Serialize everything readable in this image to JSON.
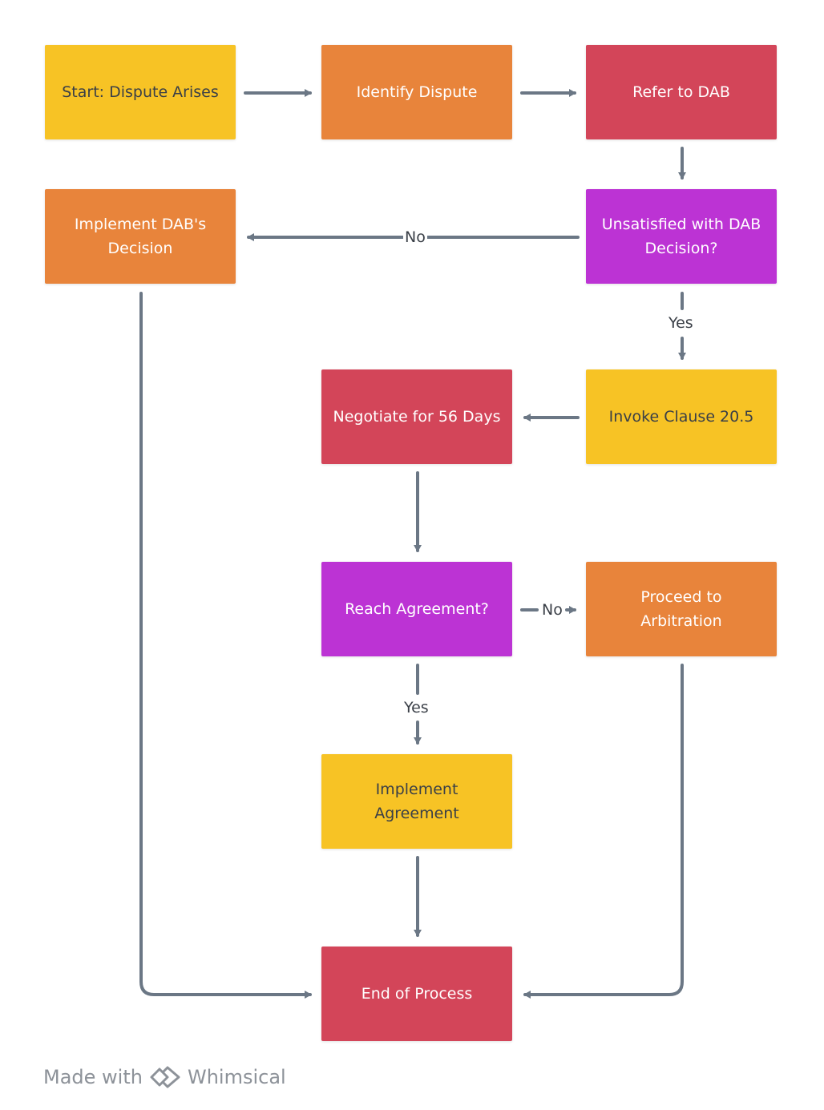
{
  "colors": {
    "yellow": "#f7c325",
    "orange": "#e8843b",
    "red": "#d34559",
    "purple": "#bc33d4",
    "connector": "#6b7785",
    "footer_text": "#8d9299"
  },
  "nodes": {
    "start": {
      "label": "Start: Dispute Arises",
      "color": "yellow"
    },
    "identify": {
      "label": "Identify Dispute",
      "color": "orange"
    },
    "refer": {
      "label": "Refer to DAB",
      "color": "red"
    },
    "implement_dab": {
      "label": "Implement DAB's\nDecision",
      "color": "orange"
    },
    "unsatisfied": {
      "label": "Unsatisfied with DAB\nDecision?",
      "color": "purple"
    },
    "negotiate": {
      "label": "Negotiate for 56 Days",
      "color": "red"
    },
    "invoke": {
      "label": "Invoke Clause 20.5",
      "color": "yellow"
    },
    "reach": {
      "label": "Reach Agreement?",
      "color": "purple"
    },
    "arbitration": {
      "label": "Proceed to\nArbitration",
      "color": "orange"
    },
    "implement_agreement": {
      "label": "Implement\nAgreement",
      "color": "yellow"
    },
    "end": {
      "label": "End of Process",
      "color": "red"
    }
  },
  "edge_labels": {
    "unsatisfied_no": "No",
    "unsatisfied_yes": "Yes",
    "reach_no": "No",
    "reach_yes": "Yes"
  },
  "footer": {
    "made_with": "Made with",
    "brand_icon": "whimsical-logo-icon",
    "brand": "Whimsical"
  }
}
